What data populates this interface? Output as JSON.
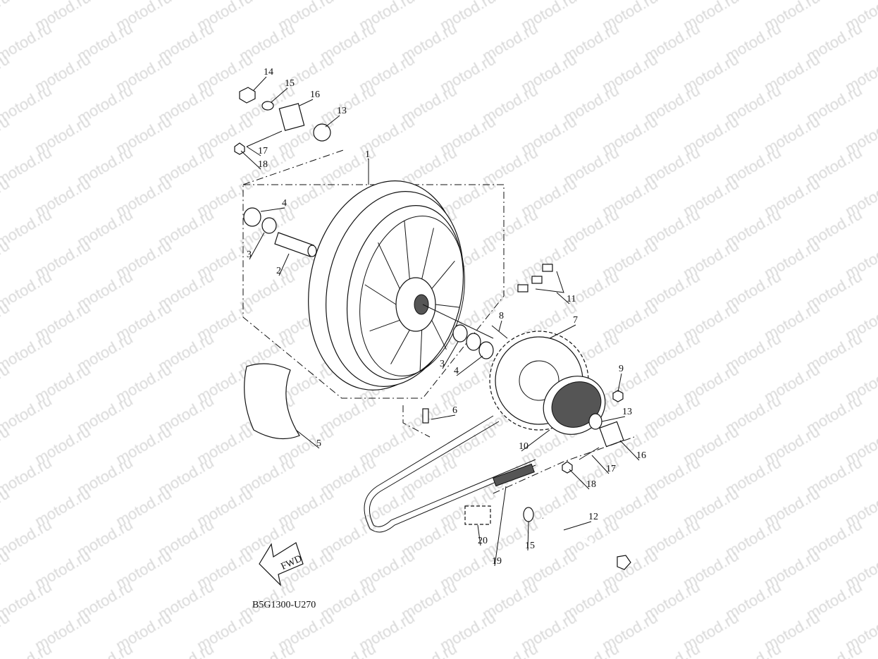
{
  "watermark": "motod.ru",
  "diagram_code": "B5G1300-U270",
  "fwd_label": "FWD",
  "callouts": [
    "14",
    "15",
    "16",
    "13",
    "17",
    "18",
    "1",
    "4",
    "3",
    "2",
    "11",
    "8",
    "7",
    "3",
    "4",
    "9",
    "6",
    "13",
    "5",
    "10",
    "16",
    "17",
    "18",
    "12",
    "20",
    "15",
    "19"
  ]
}
